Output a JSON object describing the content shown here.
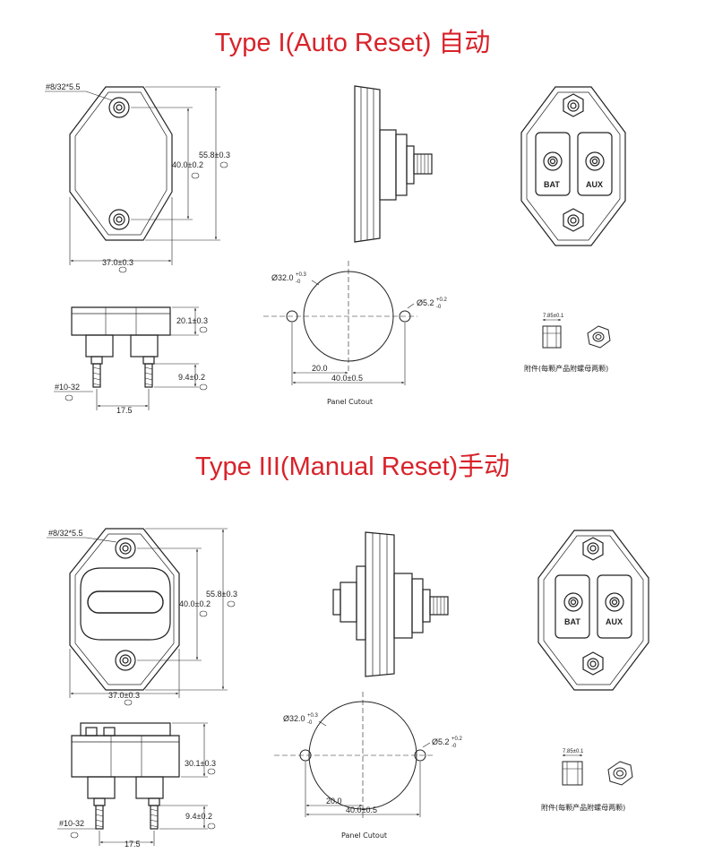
{
  "sections": [
    {
      "title": "Type I(Auto Reset) 自动",
      "labels": {
        "screw": "#8/32*5.5",
        "height": "55.8±0.3",
        "hole_spacing": "40.0±0.2",
        "width": "37.0±0.3",
        "side_height": "20.1±0.3",
        "stud_len": "9.4±0.2",
        "stud_thread": "#10-32",
        "stud_spacing": "17.5",
        "cutout_dia": "Ø32.0",
        "cutout_tol_plus": "+0.3",
        "cutout_tol_minus": "-0",
        "hole_dia": "Ø5.2",
        "hole_tol_plus": "+0.2",
        "hole_tol_minus": "-0",
        "cut_half": "20.0",
        "cut_span": "40.0±0.5",
        "panel_cutout": "Panel  Cutout",
        "nut_size": "7.85±0.1",
        "accessory": "附件(每颗产品附螺母两颗)",
        "bat": "BAT",
        "aux": "AUX"
      }
    },
    {
      "title": "Type III(Manual Reset)手动",
      "labels": {
        "screw": "#8/32*5.5",
        "height": "55.8±0.3",
        "hole_spacing": "40.0±0.2",
        "width": "37.0±0.3",
        "side_height": "30.1±0.3",
        "stud_len": "9.4±0.2",
        "stud_thread": "#10-32",
        "stud_spacing": "17.5",
        "cutout_dia": "Ø32.0",
        "cutout_tol_plus": "+0.3",
        "cutout_tol_minus": "-0",
        "hole_dia": "Ø5.2",
        "hole_tol_plus": "+0.2",
        "hole_tol_minus": "-0",
        "cut_half": "20.0",
        "cut_span": "40.0±0.5",
        "panel_cutout": "Panel  Cutout",
        "nut_size": "7.85±0.1",
        "accessory": "附件(每颗产品附螺母两颗)",
        "bat": "BAT",
        "aux": "AUX"
      }
    }
  ]
}
